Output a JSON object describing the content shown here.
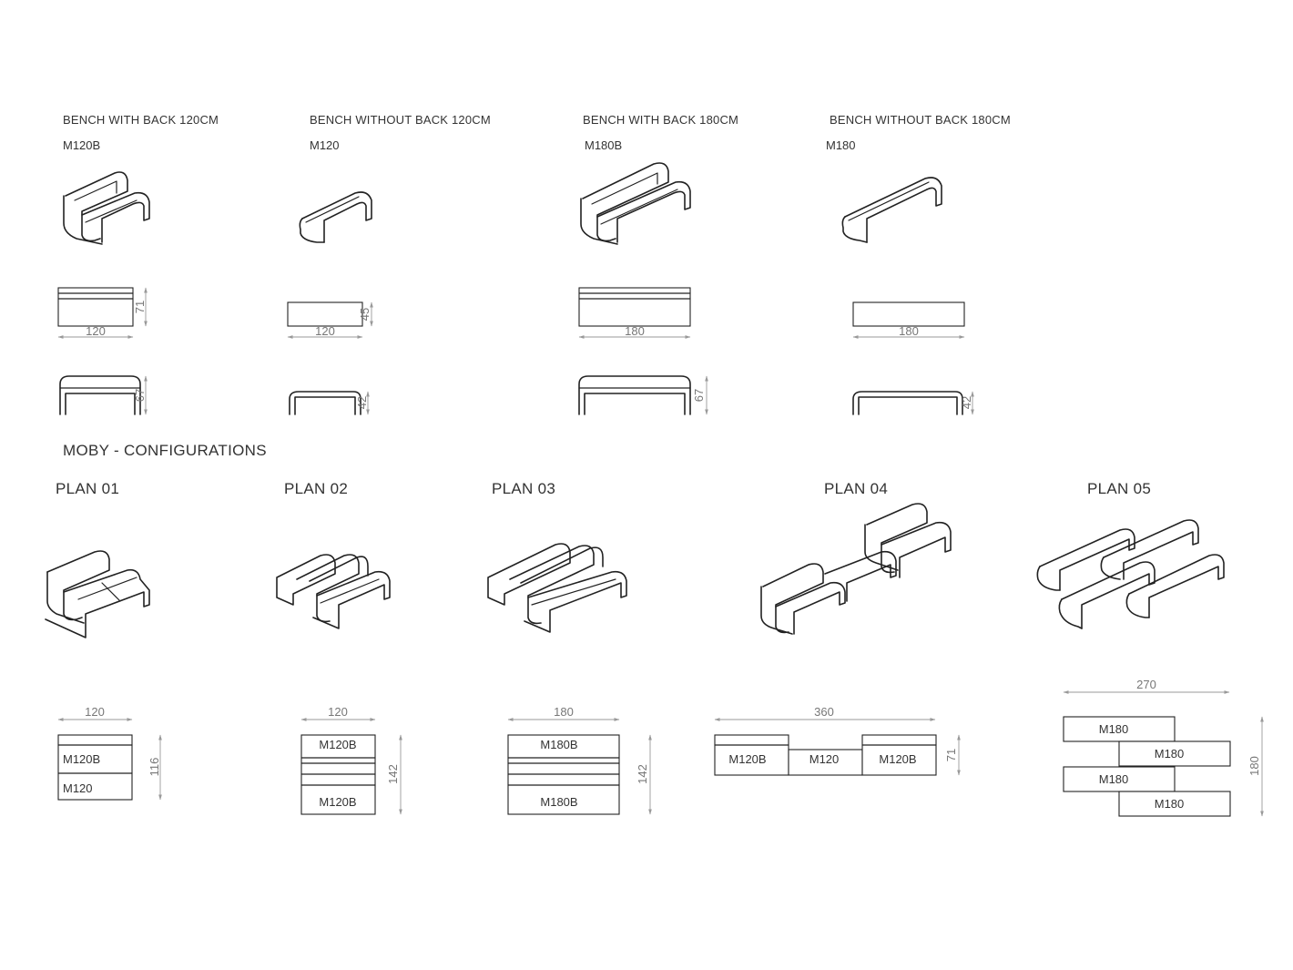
{
  "products": [
    {
      "heading": "BENCH WITH BACK 120CM",
      "code": "M120B",
      "front_width": "120",
      "front_height": "71",
      "side_height": "67"
    },
    {
      "heading": "BENCH WITHOUT BACK 120CM",
      "code": "M120",
      "front_width": "120",
      "front_height": "45",
      "side_height": "42"
    },
    {
      "heading": "BENCH WITH BACK 180CM",
      "code": "M180B",
      "front_width": "180",
      "front_height": "",
      "side_height": "67"
    },
    {
      "heading": "BENCH WITHOUT BACK 180CM",
      "code": "M180",
      "front_width": "180",
      "front_height": "",
      "side_height": "42"
    }
  ],
  "configurations": {
    "title": "MOBY - CONFIGURATIONS",
    "plans": [
      {
        "label": "PLAN 01",
        "width": "120",
        "depth": "116",
        "modules": [
          "M120B",
          "M120"
        ]
      },
      {
        "label": "PLAN 02",
        "width": "120",
        "depth": "142",
        "modules": [
          "M120B",
          "M120B"
        ]
      },
      {
        "label": "PLAN 03",
        "width": "180",
        "depth": "142",
        "modules": [
          "M180B",
          "M180B"
        ]
      },
      {
        "label": "PLAN 04",
        "width": "360",
        "depth": "71",
        "modules": [
          "M120B",
          "M120",
          "M120B"
        ]
      },
      {
        "label": "PLAN 05",
        "width": "270",
        "depth": "180",
        "modules": [
          "M180",
          "M180",
          "M180",
          "M180"
        ]
      }
    ]
  }
}
